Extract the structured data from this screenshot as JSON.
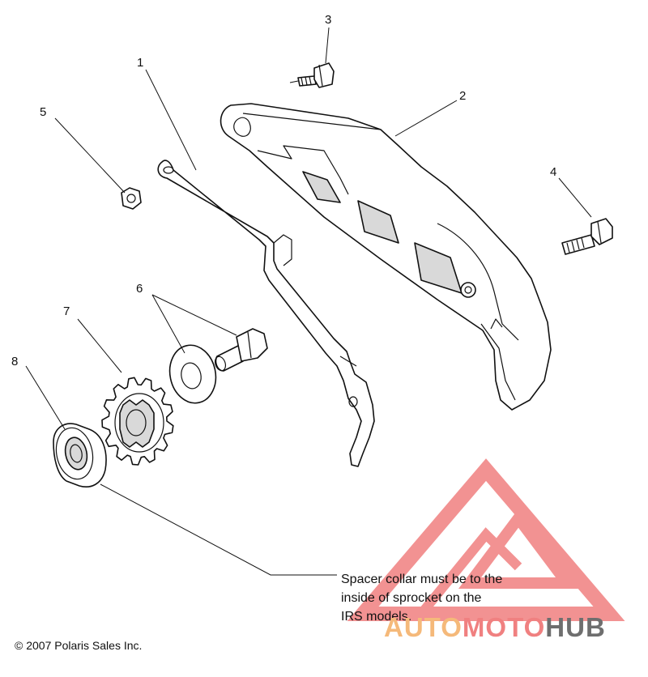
{
  "callouts": [
    "1",
    "2",
    "3",
    "4",
    "5",
    "6",
    "7",
    "8"
  ],
  "note": {
    "line1": "Spacer collar must be to the",
    "line2": "inside of sprocket on the",
    "line3": "IRS models."
  },
  "copyright": "© 2007 Polaris Sales Inc.",
  "watermark": {
    "part1": "AUTO",
    "part2": "MOTO",
    "part3": "HUB",
    "colors": {
      "accent": "#f08080",
      "hub": "#6e6e6e"
    }
  }
}
